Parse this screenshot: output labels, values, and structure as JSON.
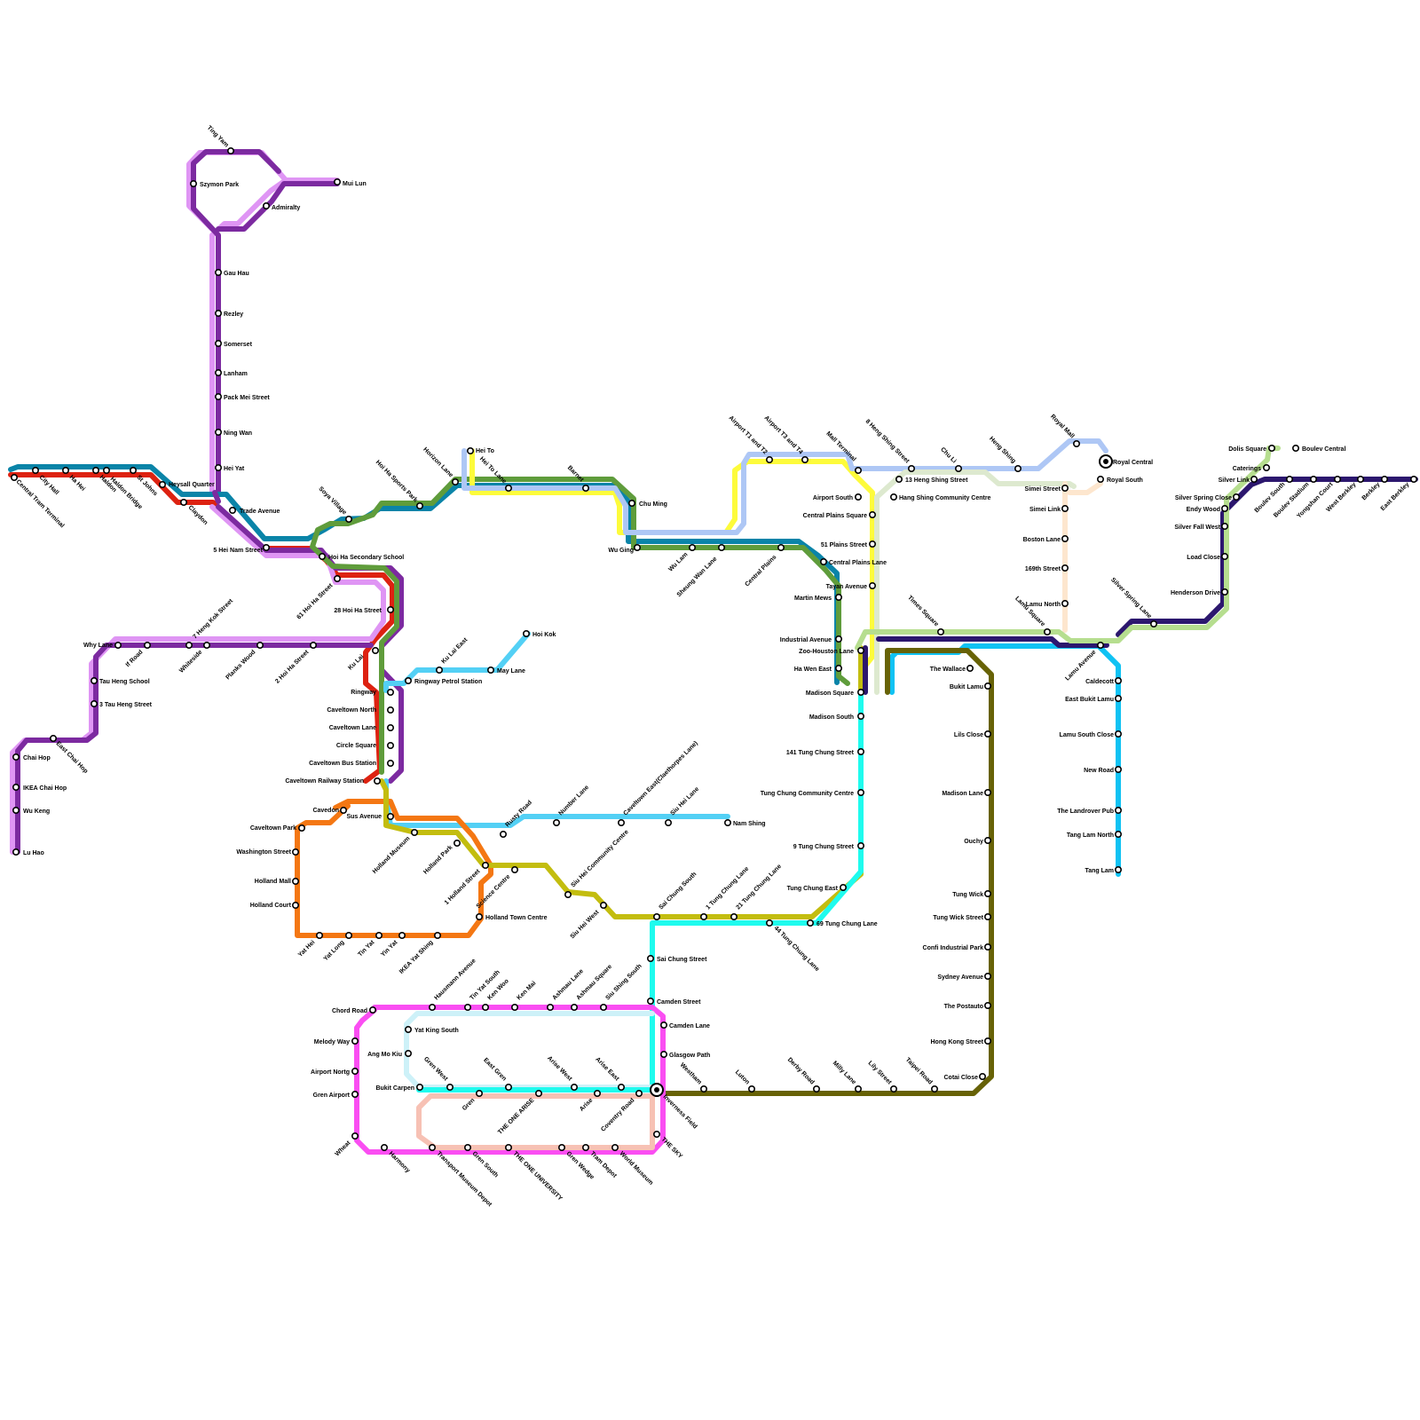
{
  "map": {
    "lines": [
      {
        "id": "dark-purple",
        "color": "#7c2aa0"
      },
      {
        "id": "lilac",
        "color": "#df95f4"
      },
      {
        "id": "red",
        "color": "#dd2211"
      },
      {
        "id": "teal",
        "color": "#0a84a8"
      },
      {
        "id": "green",
        "color": "#5f9c3b"
      },
      {
        "id": "sky-blue",
        "color": "#53d0f5"
      },
      {
        "id": "orange",
        "color": "#f47713"
      },
      {
        "id": "olive-yellow",
        "color": "#c3bd0f"
      },
      {
        "id": "yellow",
        "color": "#fdfb3b"
      },
      {
        "id": "periwinkle",
        "color": "#aec7f5"
      },
      {
        "id": "pale-green",
        "color": "#dde9cf"
      },
      {
        "id": "peach",
        "color": "#fde6ce"
      },
      {
        "id": "cyan",
        "color": "#1ffbee"
      },
      {
        "id": "azure",
        "color": "#10c2f3"
      },
      {
        "id": "indigo",
        "color": "#2c176e"
      },
      {
        "id": "dark-olive",
        "color": "#676206"
      },
      {
        "id": "light-green",
        "color": "#b6de8f"
      },
      {
        "id": "magenta",
        "color": "#fa4ef2"
      },
      {
        "id": "pale-cyan",
        "color": "#cdf1f8"
      },
      {
        "id": "salmon",
        "color": "#f7c1b4"
      }
    ],
    "stations": [
      "Central Tram Terminal",
      "City Hall",
      "Ha Hei",
      "Haldon",
      "Haldon Bridge",
      "St Johns",
      "Heysall Quarter",
      "Claydon",
      "Trade Avenue",
      "5 Hei Nam Street",
      "Hoi Ha Secondary School",
      "61 Hoi Ha Street",
      "28 Hoi Ha Street",
      "Ting Yam",
      "Szymon Park",
      "Admiralty",
      "Mui Lun",
      "Gau Hau",
      "Rezley",
      "Somerset",
      "Lanham",
      "Pack Mei Street",
      "Ning Wan",
      "Hei Yat",
      "Soya Village",
      "Hoi Ha Sports Park",
      "Horizon Lane",
      "Hei To",
      "Hei To Lane",
      "Barnet",
      "Chu Ming",
      "Wu Ging",
      "Wu Lam",
      "Sheung Wan Lane",
      "Central Plains",
      "Why Lane",
      "If Road",
      "7 Heng Kok Street",
      "Whiteside",
      "Planks Wood",
      "2 Hoi Ha Street",
      "Tau Heng School",
      "3 Tau Heng Street",
      "East Chai Hop",
      "Chai Hop",
      "IKEA Chai Hop",
      "Wu Keng",
      "Lu Hao",
      "Ku Lai",
      "Ku Lai East",
      "Ringway Petrol Station",
      "May Lane",
      "Hoi Kok",
      "Ringway",
      "Caveltown North",
      "Caveltown Lane",
      "Circle Square",
      "Caveltown Bus Station",
      "Caveltown Railway Station",
      "Cavedon",
      "Sus Avenue",
      "Caveltown Park",
      "Washington Street",
      "Holland Mall",
      "Holland Court",
      "Holland Museum",
      "Holland Park",
      "1 Holland Street",
      "Science Centre",
      "Holland Town Centre",
      "Rusty Road",
      "Number Lane",
      "Caveltown East(Claethorpes Lane)",
      "Siu Hei Lane",
      "Nam Shing",
      "Yat Hei",
      "Yat Long",
      "Tin Yat",
      "Yin Yat",
      "IKEA Yat Shing",
      "Siu Hei Community Centre",
      "Siu Hei West",
      "Sai Chung South",
      "1 Tung Chung Lane",
      "21 Tung Chung Lane",
      "44 Tung Chung Lane",
      "69 Tung Chung Lane",
      "Sai Chung Street",
      "Camden Street",
      "Camden Lane",
      "Glasgow Path",
      "Inverness Field",
      "THE SKY",
      "Airport T1 and T2",
      "Airport T3 and T4",
      "Mall Terminal",
      "8 Heng Shing Street",
      "Chu Li",
      "Heng Shing",
      "Royal Mall",
      "Royal Central",
      "Royal South",
      "Airport South",
      "Central Plains Square",
      "51 Plains Street",
      "Central Plains Lane",
      "Tayan Avenue",
      "Martin Mews",
      "Industrial Avenue",
      "Zoo-Houston Lane",
      "Ha Wen East",
      "Madison Square",
      "13 Heng Shing Street",
      "Hang Shing Community Centre",
      "Madison South",
      "141 Tung Chung Street",
      "Tung Chung Community Centre",
      "9 Tung Chung Street",
      "Tung Chung East",
      "Times Square",
      "Lamu Square",
      "Lamu Avenue",
      "Silver Spring Lane",
      "The Wallace",
      "Simei Street",
      "Simei Link",
      "Boston Lane",
      "169th Street",
      "Lamu North",
      "Caldecott",
      "East Bukit Lamu",
      "Lamu South Close",
      "New Road",
      "The Landrover Pub",
      "Tang Lam North",
      "Tang Lam",
      "Bukit Lamu",
      "Lils Close",
      "Madison Lane",
      "Ouchy",
      "Tung Wick",
      "Tung Wick Street",
      "Confi Industrial Park",
      "Sydney Avenue",
      "The Postauto",
      "Hong Kong Street",
      "Cotai Close",
      "Westham",
      "Luton",
      "Derby Road",
      "Milly Lane",
      "Lily Street",
      "Taipei Road",
      "Dolis Square",
      "Boulev Central",
      "Caterings",
      "Silver Link",
      "Silver Spring Close",
      "Endy Wood",
      "Silver Fall West",
      "Load Close",
      "Henderson Drive",
      "Boulev South",
      "Boulev Stadium",
      "Yongshan Court",
      "West Berkley",
      "Berkley",
      "East Berkley",
      "Chord Road",
      "Melody Way",
      "Airport Nortg",
      "Gren Airport",
      "Wheat",
      "Harmony",
      "Transport Museum Depot",
      "Gren South",
      "THE ONE UNIVERSITY",
      "Gren Wedge",
      "Tram Depot",
      "World Museum",
      "Hausmann Avenue",
      "Tin Yat South",
      "Ken Woo",
      "Ken Mai",
      "Ashmau Lane",
      "Ashmau Square",
      "Siu Shing South",
      "Yat King South",
      "Ang Mo Kiu",
      "Bukit Carpen",
      "Gren West",
      "Gren",
      "East Gren",
      "THE ONE ARISE",
      "Arise West",
      "Arise",
      "Arise East",
      "Coventry Road"
    ]
  }
}
